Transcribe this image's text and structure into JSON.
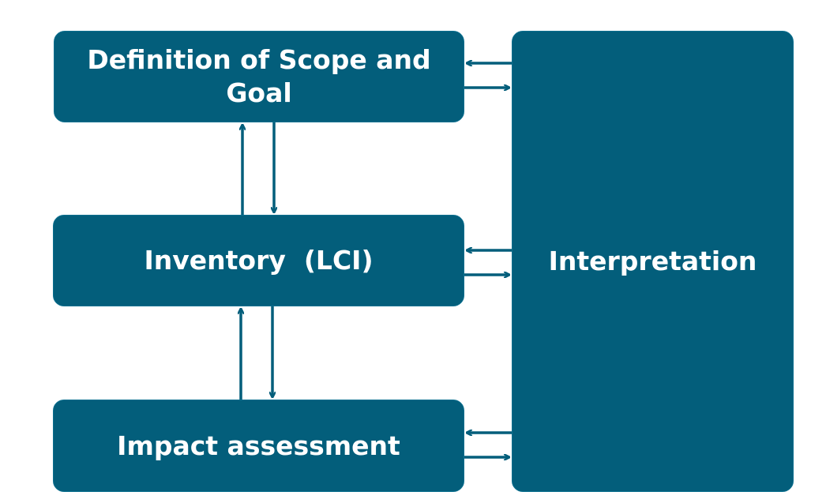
{
  "diagram": {
    "nodes": {
      "scope": "Definition of Scope and Goal",
      "inventory": "Inventory  (LCI)",
      "impact": "Impact assessment",
      "interpretation": "Interpretation"
    },
    "colors": {
      "box_fill": "#035e7b",
      "box_border": "#0a6f8f",
      "text": "#ffffff",
      "arrow": "#035e7b",
      "background": "#ffffff"
    },
    "edges": [
      {
        "from": "scope",
        "to": "inventory"
      },
      {
        "from": "inventory",
        "to": "scope"
      },
      {
        "from": "inventory",
        "to": "impact"
      },
      {
        "from": "impact",
        "to": "inventory"
      },
      {
        "from": "scope",
        "to": "interpretation"
      },
      {
        "from": "interpretation",
        "to": "scope"
      },
      {
        "from": "inventory",
        "to": "interpretation"
      },
      {
        "from": "interpretation",
        "to": "inventory"
      },
      {
        "from": "impact",
        "to": "interpretation"
      },
      {
        "from": "interpretation",
        "to": "impact"
      }
    ]
  }
}
